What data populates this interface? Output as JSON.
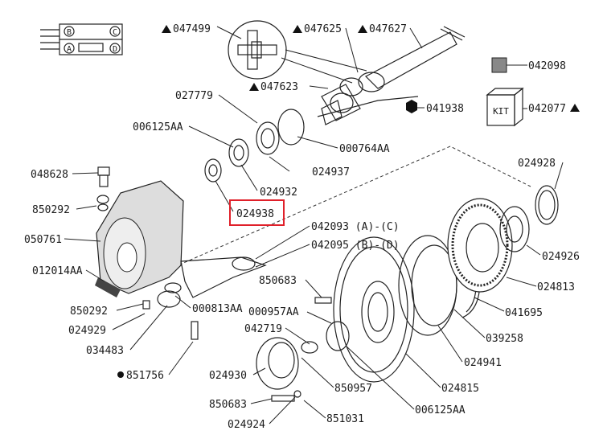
{
  "legend": {
    "positions": [
      "B",
      "C",
      "A",
      "D"
    ]
  },
  "highlight_color": "#e0202a",
  "parts": {
    "p047499": "047499",
    "p047625": "047625",
    "p047627": "047627",
    "p042098": "042098",
    "p047623": "047623",
    "p041938": "041938",
    "p042077": "042077",
    "p027779": "027779",
    "p006125AA_top": "006125AA",
    "p000764AA": "000764AA",
    "p024937": "024937",
    "p048628": "048628",
    "p024932": "024932",
    "p024928": "024928",
    "p850292_top": "850292",
    "p024938": "024938",
    "p042093": "042093 (A)-(C)",
    "p042095": "042095 (B)-(D)",
    "p050761": "050761",
    "p024926": "024926",
    "p012014AA": "012014AA",
    "p850683_top": "850683",
    "p024813": "024813",
    "p850292_bottom": "850292",
    "p000813AA": "000813AA",
    "p000957AA": "000957AA",
    "p041695": "041695",
    "p024929": "024929",
    "p042719": "042719",
    "p039258": "039258",
    "p034483": "034483",
    "p024941": "024941",
    "p851756": "851756",
    "p024930": "024930",
    "p850957": "850957",
    "p024815": "024815",
    "p850683_bottom": "850683",
    "p006125AA_bottom": "006125AA",
    "p024924": "024924",
    "p851031": "851031"
  },
  "kit_label": "KIT"
}
